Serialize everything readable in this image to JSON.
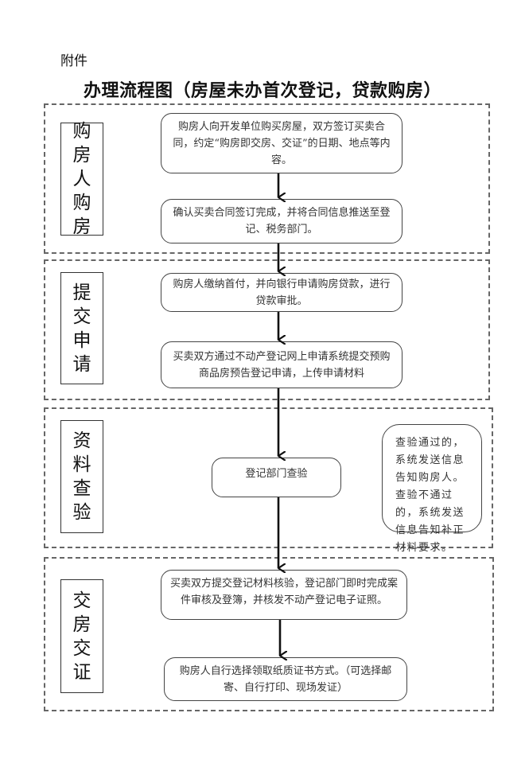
{
  "attachment_label": "附件",
  "title": "办理流程图（房屋未办首次登记，贷款购房）",
  "sections": [
    {
      "label": "购房人购房",
      "steps": [
        "购房人向开发单位购买房屋，双方签订买卖合同，约定“购房即交房、交证”的日期、地点等内容。",
        "确认买卖合同签订完成，并将合同信息推送至登记、税务部门。"
      ]
    },
    {
      "label": "提交申请",
      "steps": [
        "购房人缴纳首付，并向银行申请购房贷款，进行贷款审批。",
        "买卖双方通过不动产登记网上申请系统提交预购商品房预告登记申请，上传申请材料"
      ]
    },
    {
      "label": "资料查验",
      "steps": [
        "登记部门查验"
      ],
      "note": "查验通过的，系统发送信息告知购房人。查验不通过的，系统发送信息告知补正材料要求。"
    },
    {
      "label": "交房交证",
      "steps": [
        "买卖双方提交登记材料核验，登记部门即时完成案件审核及登簿，并核发不动产登记电子证照。",
        "购房人自行选择领取纸质证书方式。（可选择邮寄、自行打印、现场发证）"
      ]
    }
  ]
}
